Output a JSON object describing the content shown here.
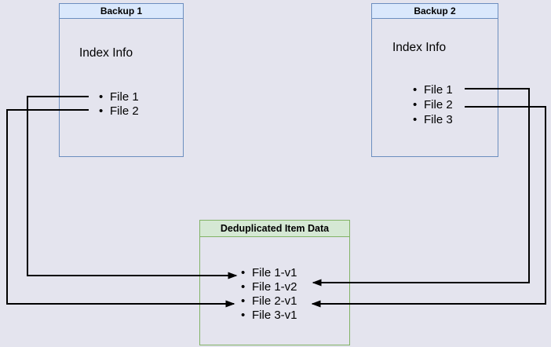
{
  "backup1": {
    "title": "Backup 1",
    "subtitle": "Index Info",
    "items": [
      "File 1",
      "File 2"
    ]
  },
  "backup2": {
    "title": "Backup 2",
    "subtitle": "Index Info",
    "items": [
      "File 1",
      "File 2",
      "File 3"
    ]
  },
  "dedup": {
    "title": "Deduplicated Item Data",
    "items": [
      "File 1-v1",
      "File 1-v2",
      "File 2-v1",
      "File 3-v1"
    ]
  },
  "colors": {
    "background": "#E4E4EE",
    "backup_header_fill": "#DAE8FC",
    "backup_border": "#6C8EBF",
    "dedup_header_fill": "#D5E8D4",
    "dedup_border": "#82B366",
    "connector": "#000000"
  },
  "connections": [
    {
      "from": "Backup 1 / File 1",
      "to": "File 1-v1"
    },
    {
      "from": "Backup 1 / File 2",
      "to": "File 2-v1"
    },
    {
      "from": "Backup 2 / File 1",
      "to": "File 1-v2"
    },
    {
      "from": "Backup 2 / File 2",
      "to": "File 2-v1"
    }
  ]
}
